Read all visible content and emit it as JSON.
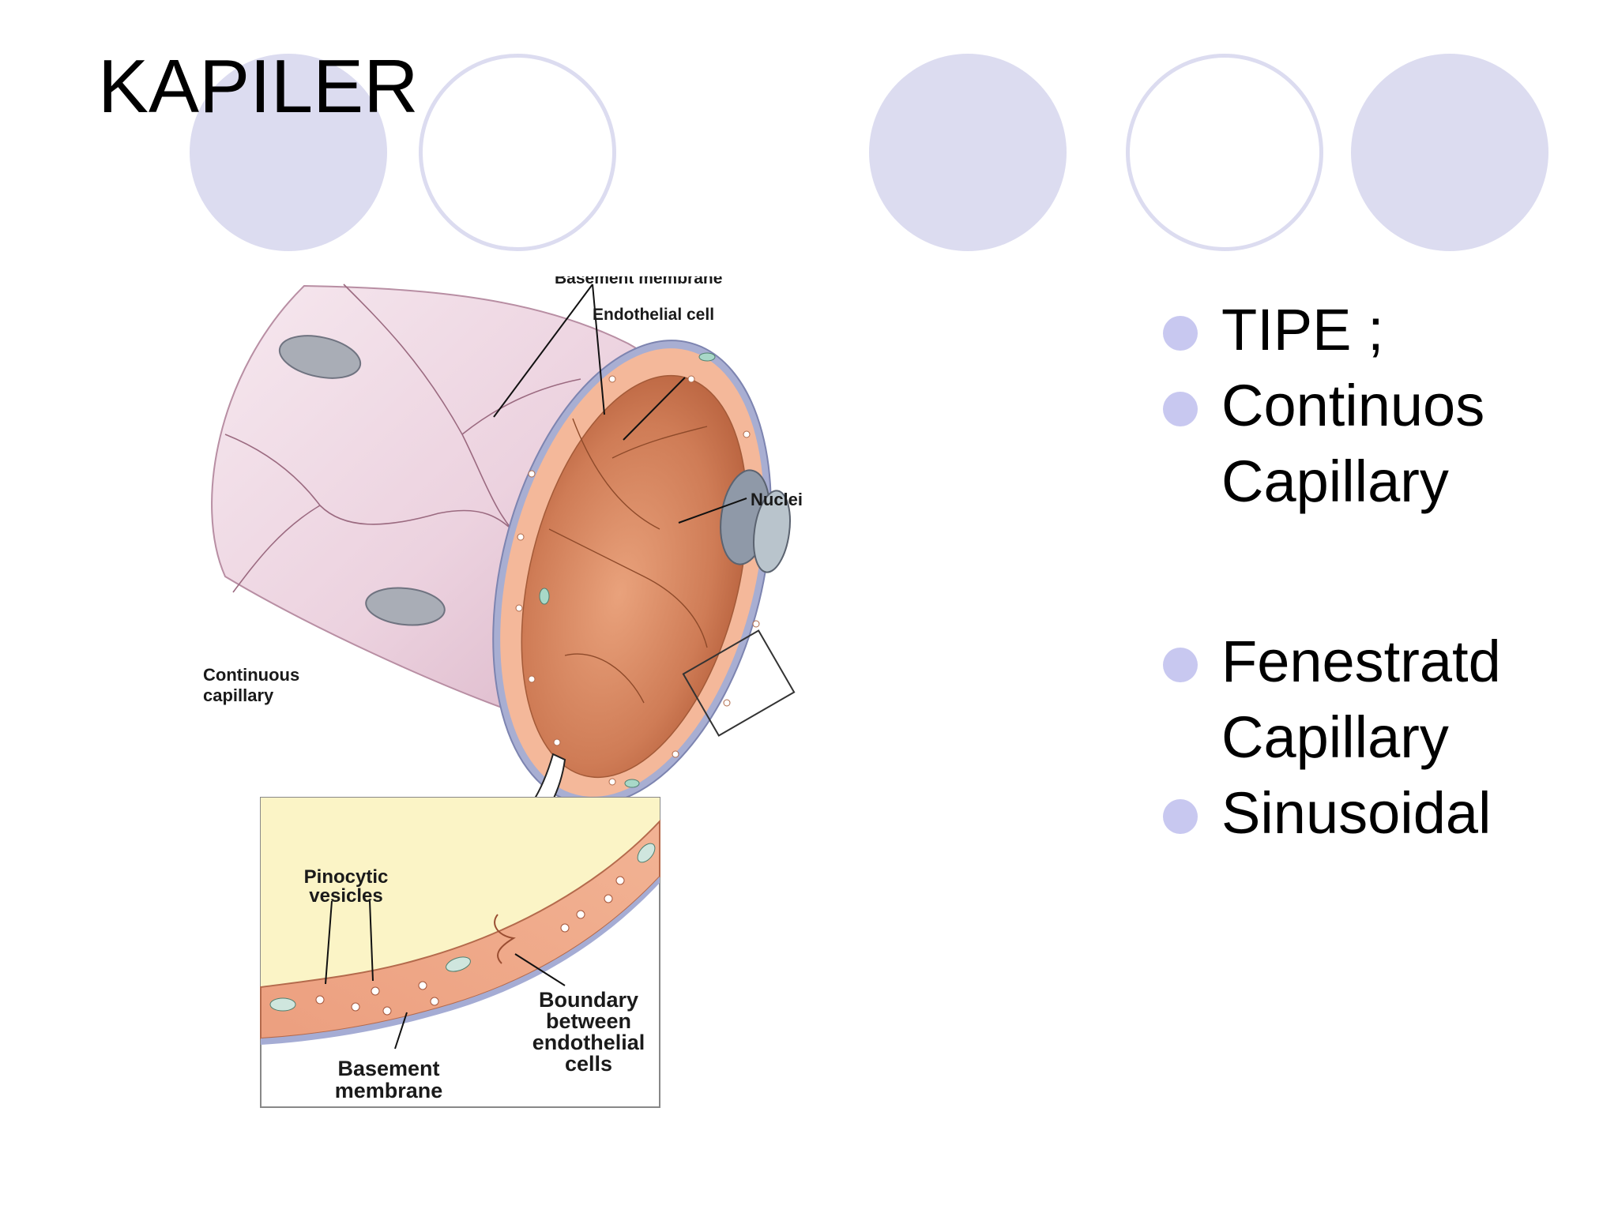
{
  "slide": {
    "title": "KAPILER",
    "bullets": [
      {
        "lines": [
          "TIPE ;"
        ]
      },
      {
        "lines": [
          "Continuos",
          "Capillary"
        ]
      },
      {
        "lines": [
          "Fenestratd",
          "Capillary"
        ]
      },
      {
        "lines": [
          "Sinusoidal"
        ]
      }
    ]
  },
  "diagram": {
    "labels": {
      "basement_membrane_top": "Basement membrane",
      "endothelial_cell": "Endothelial cell",
      "nuclei": "Nuclei",
      "continuous_capillary": [
        "Continuous",
        "capillary"
      ],
      "pinocytic_vesicles": [
        "Pinocytic",
        "vesicles"
      ],
      "basement_membrane_inset": [
        "Basement",
        "membrane"
      ],
      "boundary": [
        "Boundary",
        "between",
        "endothelial",
        "cells"
      ]
    }
  },
  "colors": {
    "circle_fill": "#dcdcf0",
    "circle_outline": "#dcdcf0",
    "bullet": "#c8c8f0",
    "vessel_outer": "#ecd4e0",
    "vessel_inner": "#d88a60",
    "inset_bg": "#fbf5c8",
    "inset_wall": "#f0a888"
  }
}
